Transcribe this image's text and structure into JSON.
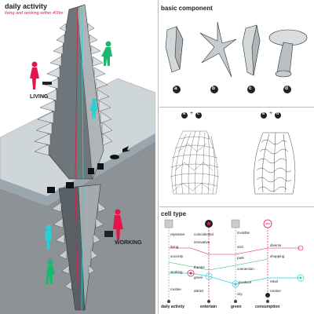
{
  "left": {
    "title": "daily activity",
    "subtitle": "living and working within 400m",
    "living_label": "LIVING",
    "working_label": "WORKING"
  },
  "components": {
    "title": "basic component",
    "labels": [
      "a",
      "b",
      "c",
      "d"
    ]
  },
  "combos": {
    "labels": [
      {
        "left": "a",
        "op": "+",
        "right": "c"
      },
      {
        "left": "a",
        "op": "+",
        "right": "d"
      }
    ]
  },
  "cells": {
    "title": "cell type",
    "col_daily": [
      "repeative",
      "living",
      "socciety",
      "working",
      "routine"
    ],
    "col_entertain": [
      "coincidential",
      "innovative",
      "theater",
      "green",
      "attract"
    ],
    "col_green": [
      "invisible",
      "visit",
      "park",
      "connection",
      "produce",
      "city"
    ],
    "col_consume": [
      "diverse",
      "shopping",
      "retail",
      "routine"
    ],
    "footers": [
      "daily activity",
      "entertain",
      "green",
      "consumption"
    ]
  },
  "colors": {
    "living_red": "#e5154a",
    "green_figure": "#1db86f",
    "cyan_figure": "#2ad0d8",
    "panel_title": "#222222"
  }
}
